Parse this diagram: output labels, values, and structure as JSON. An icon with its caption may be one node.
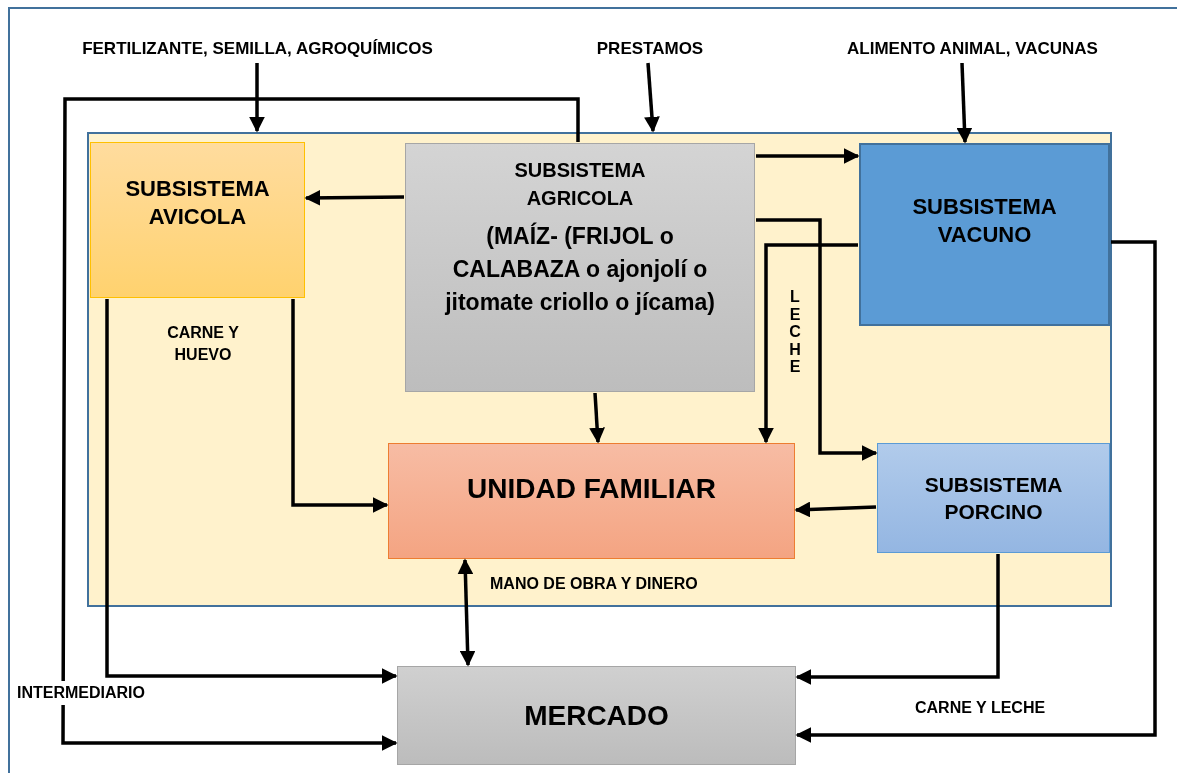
{
  "diagram": {
    "nodes": [
      {
        "text": [],
        "shape": "box"
      },
      {
        "text": [
          "SUBSISTEMA AVICOLA"
        ],
        "in": 0
      },
      {
        "text": [
          "SUBSISTEMA AGRICOLA",
          "(MAÍZ- (FRIJOL o CALABAZA o ajonjolí o jitomate criollo o jícama)"
        ],
        "in": 0
      },
      {
        "text": [
          "SUBSISTEMA VACUNO"
        ],
        "in": 0
      },
      {
        "text": [
          "UNIDAD FAMILIAR"
        ],
        "in": 0
      },
      {
        "text": [
          "SUBSISTEMA PORCINO"
        ],
        "in": 0
      },
      {
        "text": [
          "MERCADO"
        ]
      },
      {
        "text": [
          "FERTILIZANTE, SEMILLA, AGROQUÍMICOS"
        ]
      },
      {
        "text": [
          "PRESTAMOS"
        ]
      },
      {
        "text": [
          "ALIMENTO ANIMAL, VACUNAS"
        ]
      }
    ],
    "edges": [
      {
        "from": 7,
        "to": 0,
        "arrow": "to"
      },
      {
        "from": 8,
        "to": 0,
        "arrow": "to"
      },
      {
        "from": 9,
        "to": 3,
        "arrow": "to"
      },
      {
        "from": 2,
        "to": 1,
        "arrow": "to"
      },
      {
        "from": 2,
        "to": 3,
        "arrow": "to"
      },
      {
        "from": 2,
        "to": 5,
        "arrow": "to"
      },
      {
        "from": 3,
        "to": 4,
        "arrow": "to"
      },
      {
        "from": 2,
        "to": 4,
        "arrow": "to"
      },
      {
        "from": 1,
        "to": 4,
        "arrow": "to"
      },
      {
        "from": 5,
        "to": 4,
        "arrow": "to"
      },
      {
        "from": 4,
        "to": 6,
        "arrow": "both"
      },
      {
        "from": 1,
        "to": 6,
        "arrow": "to"
      },
      {
        "from": 2,
        "to": 6,
        "arrow": "to",
        "label": "INTERMEDIARIO"
      },
      {
        "from": 5,
        "to": 6,
        "arrow": "to"
      },
      {
        "from": 3,
        "to": 6,
        "arrow": "to"
      }
    ],
    "labels": [
      "CARNE Y HUEVO",
      "LECHE",
      "MANO DE OBRA Y DINERO",
      "CARNE Y LECHE"
    ]
  }
}
